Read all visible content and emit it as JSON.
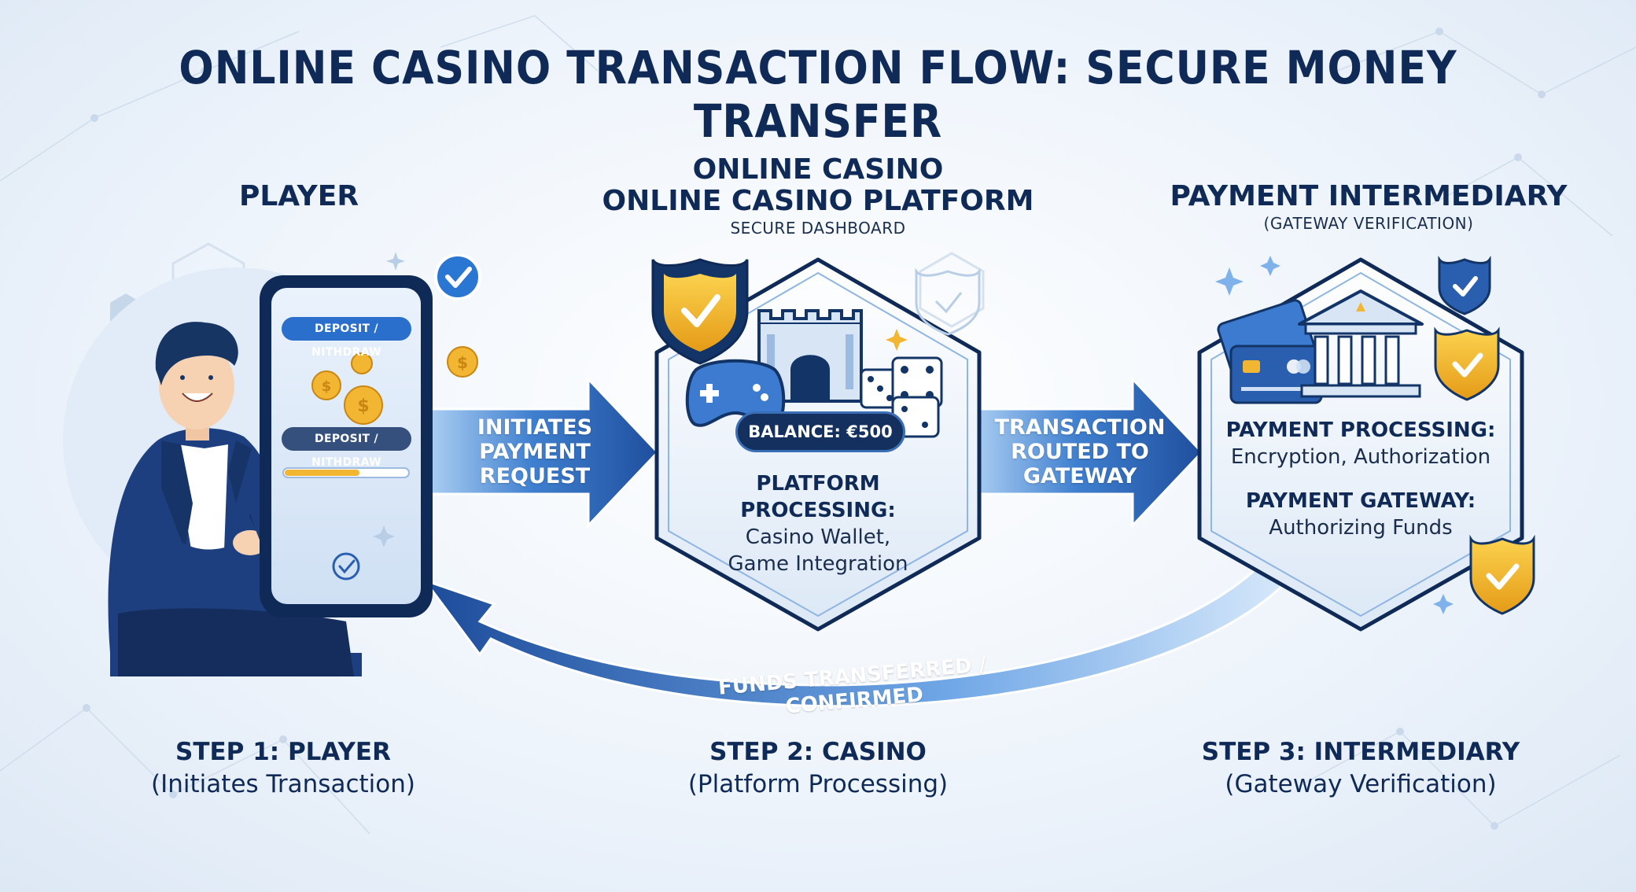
{
  "title": "ONLINE CASINO TRANSACTION FLOW: SECURE MONEY TRANSFER",
  "player": {
    "heading": "PLAYER"
  },
  "phone": {
    "button_top": "DEPOSIT / NITHDRAW",
    "button_bottom": "DEPOSIT / NITHDRAW"
  },
  "casino": {
    "heading_line1": "ONLINE CASINO",
    "heading_line2": "ONLINE CASINO PLATFORM",
    "subheading": "SECURE DASHBOARD",
    "balance": "BALANCE: €500",
    "processing_title": "PLATFORM PROCESSING:",
    "processing_line1": "Casino Wallet,",
    "processing_line2": "Game Integration"
  },
  "intermediary": {
    "heading": "PAYMENT INTERMEDIARY",
    "subheading": "(GATEWAY VERIFICATION)",
    "processing_title": "PAYMENT PROCESSING:",
    "processing_detail": "Encryption, Authorization",
    "gateway_title": "PAYMENT GATEWAY:",
    "gateway_detail": "Authorizing Funds"
  },
  "arrows": {
    "initiates_line1": "INITIATES",
    "initiates_line2": "PAYMENT",
    "initiates_line3": "REQUEST",
    "routed_line1": "TRANSACTION",
    "routed_line2": "ROUTED TO",
    "routed_line3": "GATEWAY",
    "return_label": "FUNDS TRANSFERRED / CONFIRMED"
  },
  "steps": [
    {
      "title": "STEP 1: PLAYER",
      "subtitle": "(Initiates Transaction)"
    },
    {
      "title": "STEP 2: CASINO",
      "subtitle": "(Platform Processing)"
    },
    {
      "title": "STEP 3: INTERMEDIARY",
      "subtitle": "(Gateway Verification)"
    }
  ],
  "colors": {
    "navy": "#0f2a56",
    "arrow_blue": "#2a5fb0",
    "arrow_light": "#7fb2ea",
    "gold": "#f2b632",
    "background": "#eef4fb"
  },
  "icons": [
    "shield-check-icon",
    "castle-icon",
    "gamepad-icon",
    "dice-icon",
    "bank-icon",
    "credit-card-icon",
    "coin-icon",
    "check-badge-icon",
    "smartphone-icon"
  ]
}
